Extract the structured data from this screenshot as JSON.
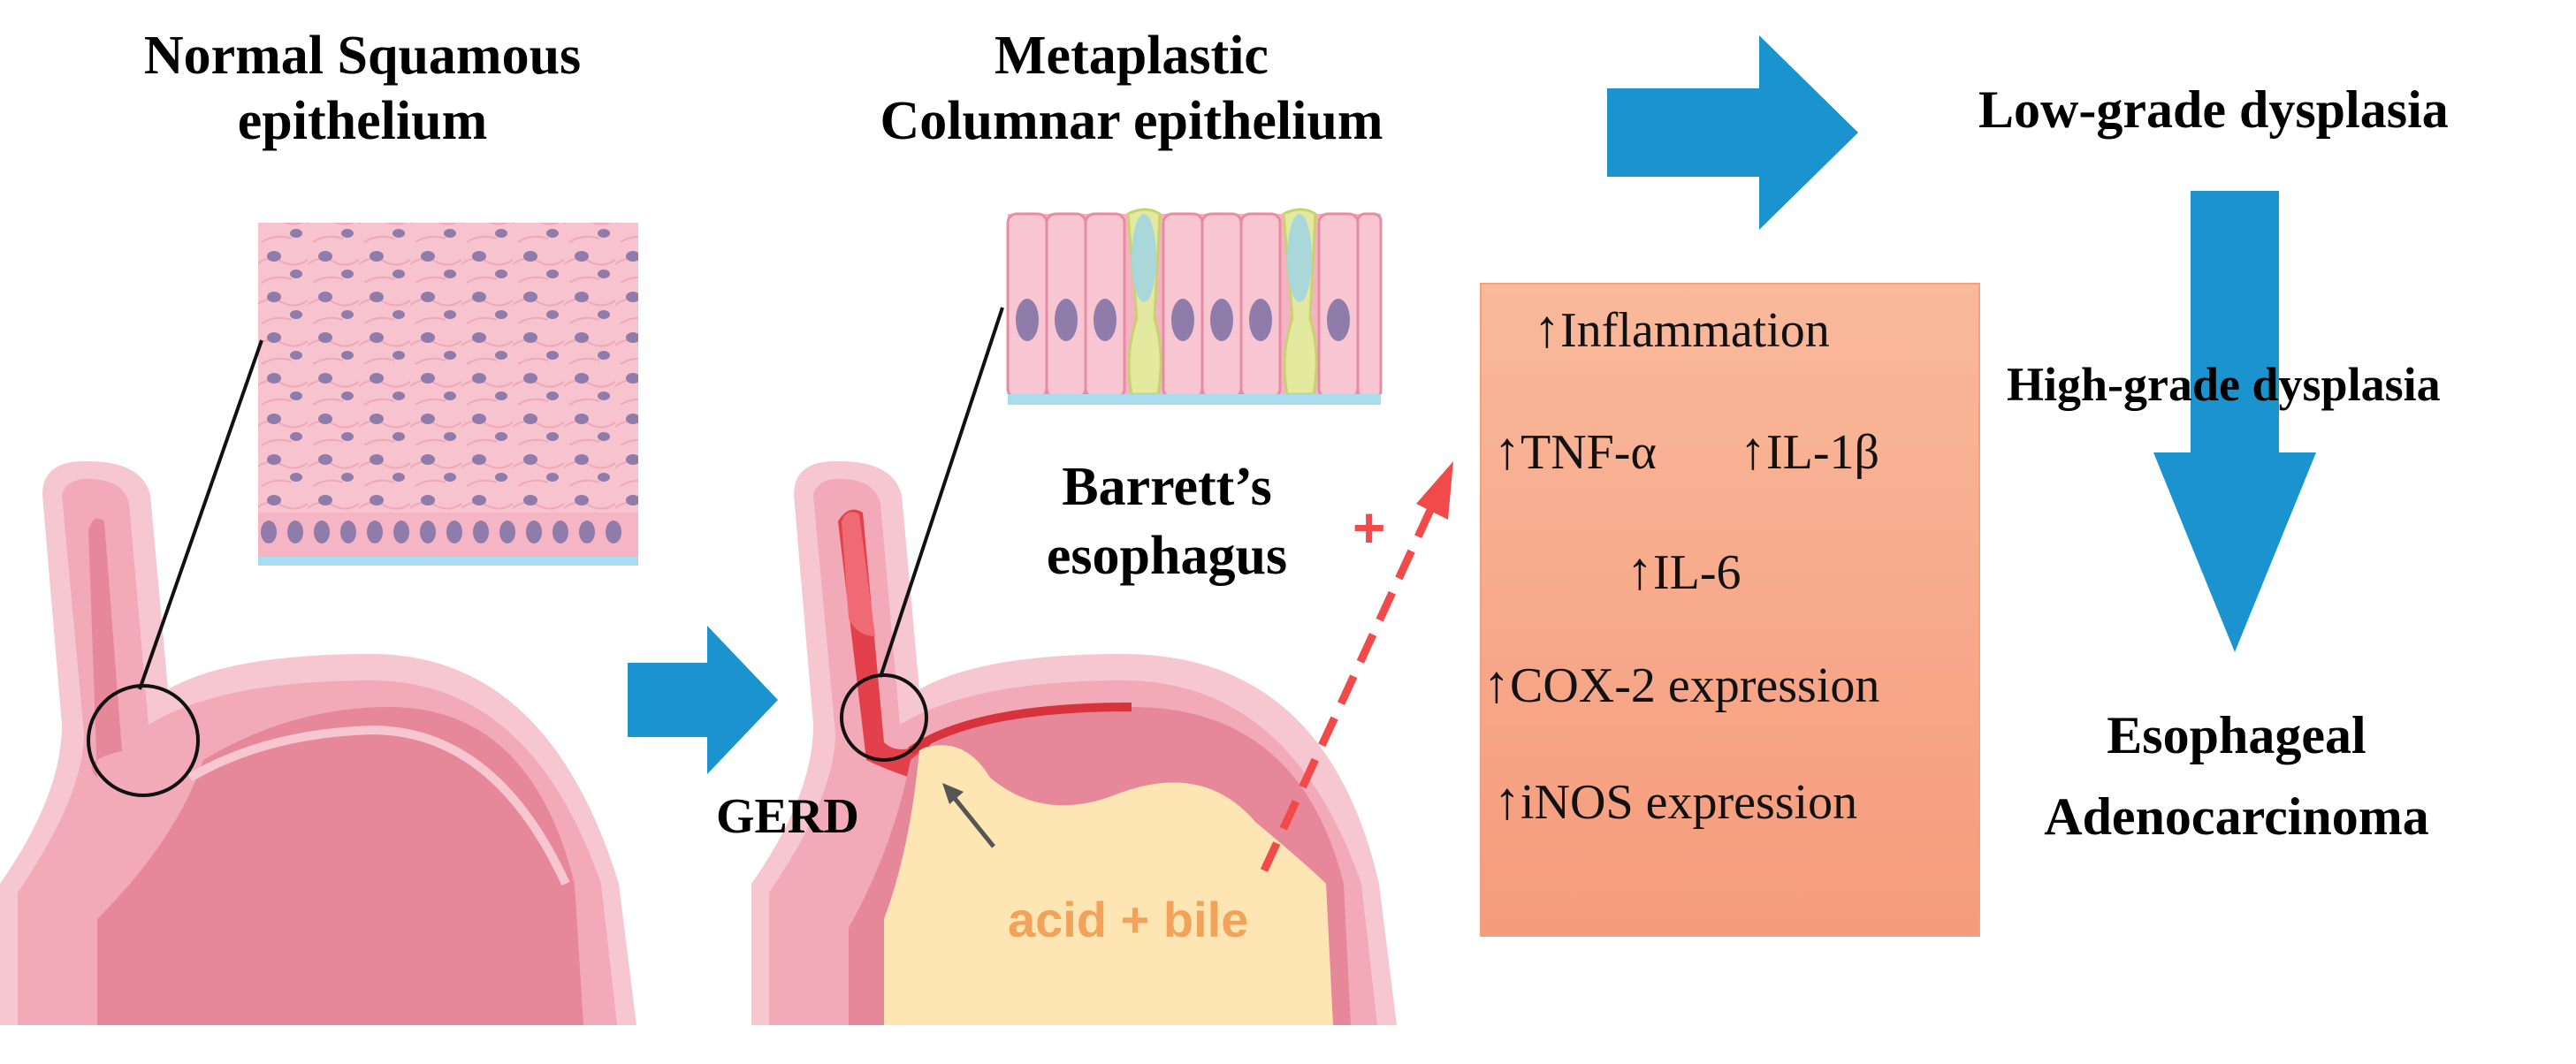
{
  "panels": {
    "normal_title_line1": "Normal Squamous",
    "normal_title_line2": "epithelium",
    "metaplastic_title_line1": "Metaplastic",
    "metaplastic_title_line2": "Columnar epithelium",
    "barretts_line1": "Barrett’s",
    "barretts_line2": "esophagus",
    "gerd_label": "GERD",
    "acid_bile_label": "acid + bile",
    "plus_sign": "+"
  },
  "markers": {
    "arrow_glyph": "↑",
    "items": [
      "Inflammation",
      "TNF-α",
      "IL-1β",
      "IL-6",
      "COX-2 expression",
      "iNOS expression"
    ]
  },
  "progression": {
    "low_grade": "Low-grade dysplasia",
    "high_grade": "High-grade dysplasia",
    "final_line1": "Esophageal",
    "final_line2": "Adenocarcinoma"
  },
  "colors": {
    "arrow_blue": "#1b93cf",
    "marker_box": "#f8ad8e",
    "tissue_pink": "#f2a9b8",
    "lumen_pink": "#e7889a",
    "acid_yellow": "#fde6b4",
    "dashed_red": "#f04a4a"
  }
}
